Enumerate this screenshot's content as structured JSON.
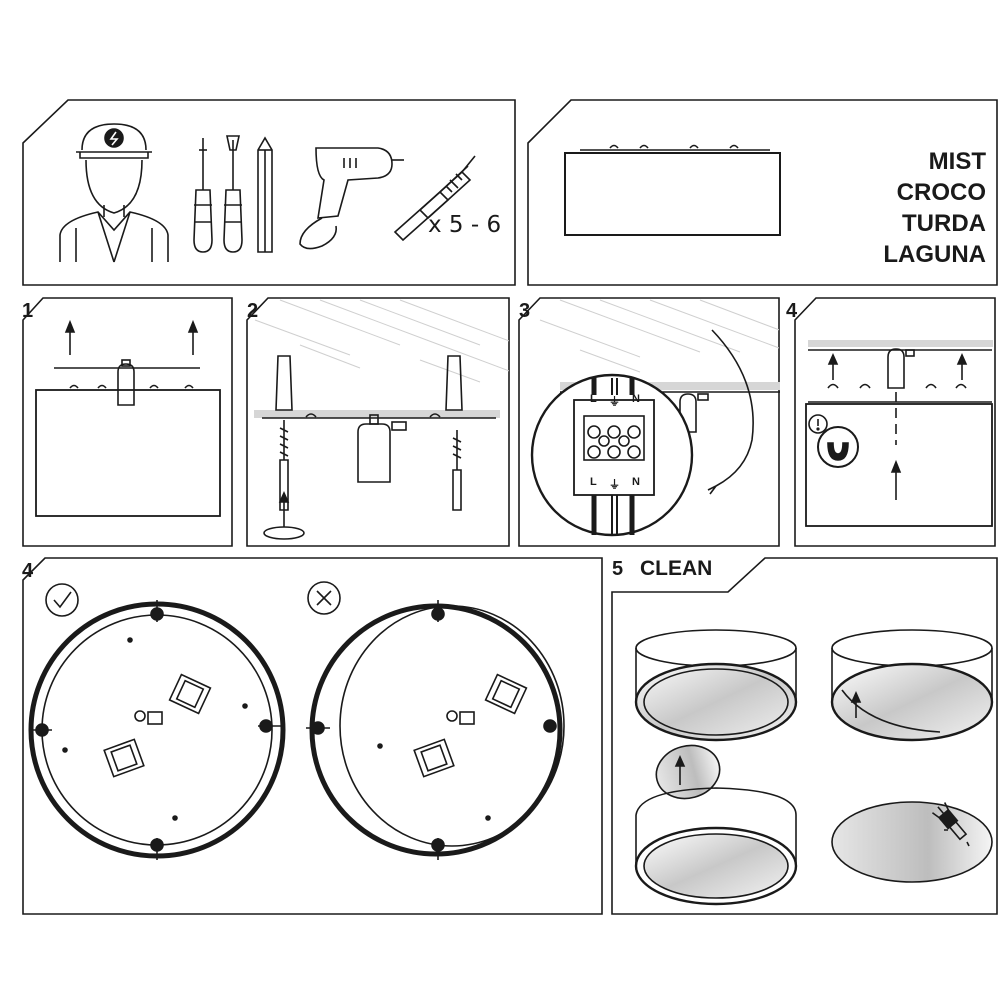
{
  "models": [
    "MIST",
    "CROCO",
    "TURDA",
    "LAGUNA"
  ],
  "tools": {
    "quantity_label": "x 5 - 6",
    "icons": [
      "electrician-helmet-icon",
      "phillips-screwdriver-icon",
      "flat-screwdriver-icon",
      "pencil-icon",
      "drill-icon",
      "wall-plug-screw-icon"
    ]
  },
  "steps": [
    {
      "number": "1"
    },
    {
      "number": "2"
    },
    {
      "number": "3",
      "terminals_top": [
        "L",
        "⏚",
        "N"
      ],
      "terminals_bottom": [
        "L",
        "⏚",
        "N"
      ]
    },
    {
      "number": "4"
    },
    {
      "number": "4"
    },
    {
      "number": "5",
      "title": "CLEAN"
    }
  ],
  "status_icons": {
    "correct": "check-circle-icon",
    "wrong": "cross-circle-icon"
  },
  "colors": {
    "line": "#1a1a1a",
    "hatch": "#d6d6d6"
  }
}
